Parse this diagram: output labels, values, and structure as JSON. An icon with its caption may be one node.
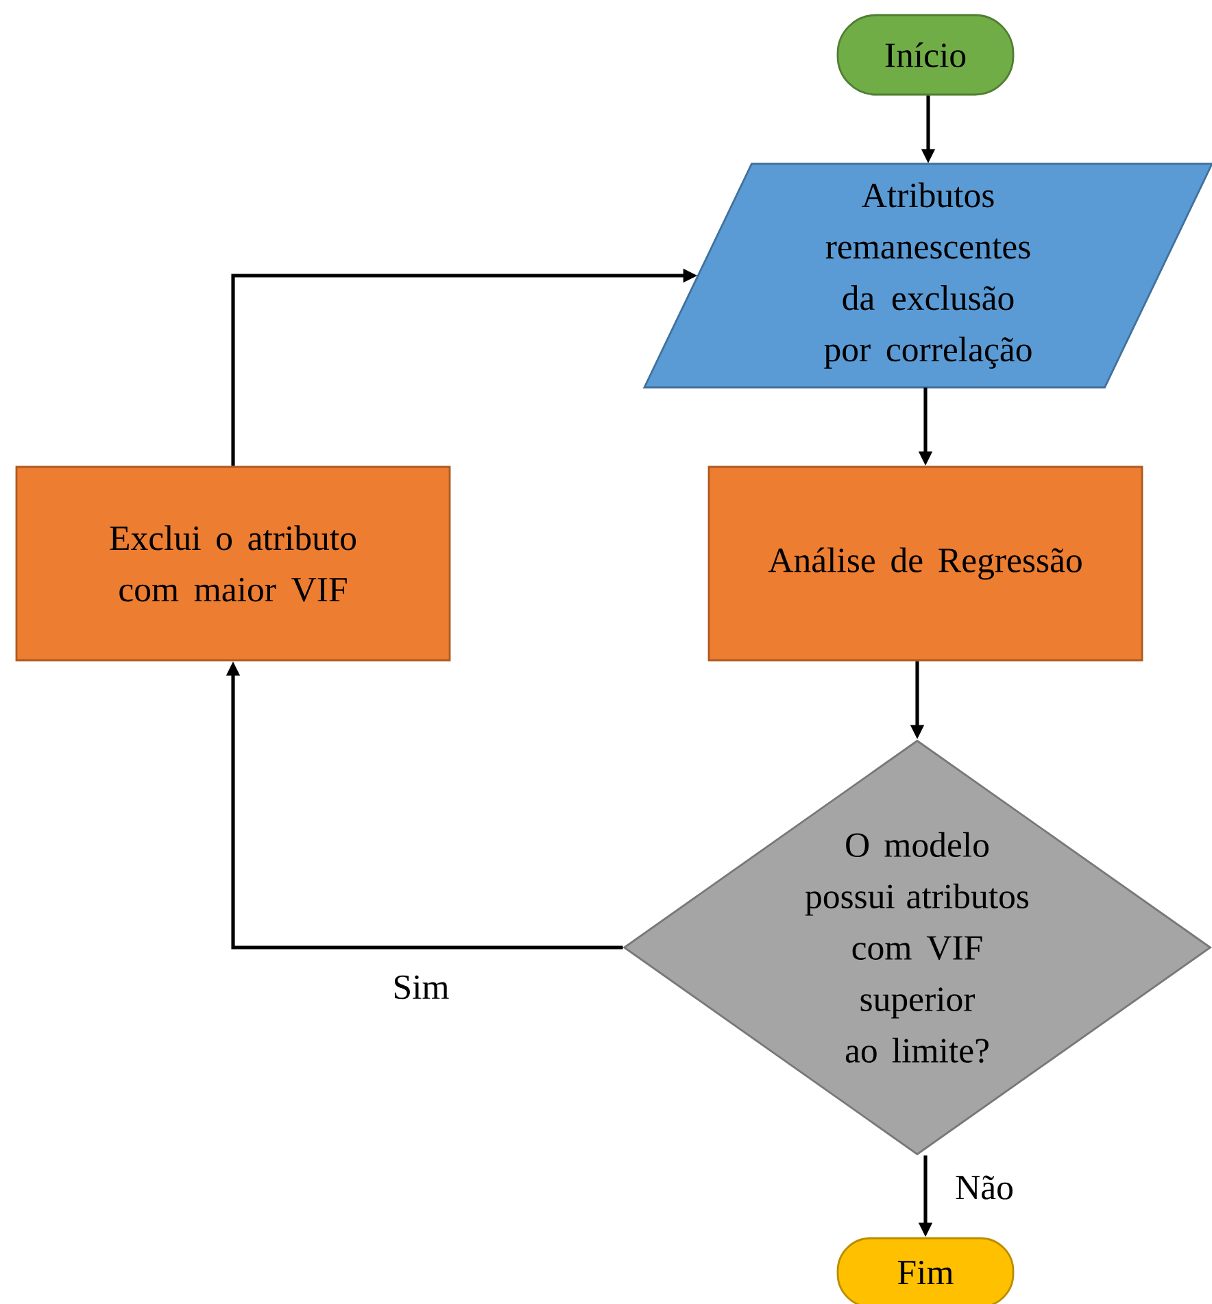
{
  "diagram": {
    "nodes": [
      {
        "text": [
          "Início"
        ]
      },
      {
        "text": [
          "Atributos remanescentes da exclusão por correlação"
        ]
      },
      {
        "text": [
          "Análise de Regressão"
        ]
      },
      {
        "text": [
          "O modelo possui atributos com VIF superior ao limite?"
        ]
      },
      {
        "text": [
          "Exclui o atributo com maior VIF"
        ]
      },
      {
        "text": [
          "Fim"
        ]
      }
    ],
    "edges": [
      {
        "from": 0,
        "to": 1,
        "arrow": "to"
      },
      {
        "from": 1,
        "to": 2,
        "arrow": "to"
      },
      {
        "from": 2,
        "to": 3,
        "arrow": "to"
      },
      {
        "from": 3,
        "to": 4,
        "label": "Sim",
        "arrow": "to"
      },
      {
        "from": 4,
        "to": 1,
        "arrow": "to"
      },
      {
        "from": 3,
        "to": 5,
        "label": "Não",
        "arrow": "to"
      }
    ]
  }
}
